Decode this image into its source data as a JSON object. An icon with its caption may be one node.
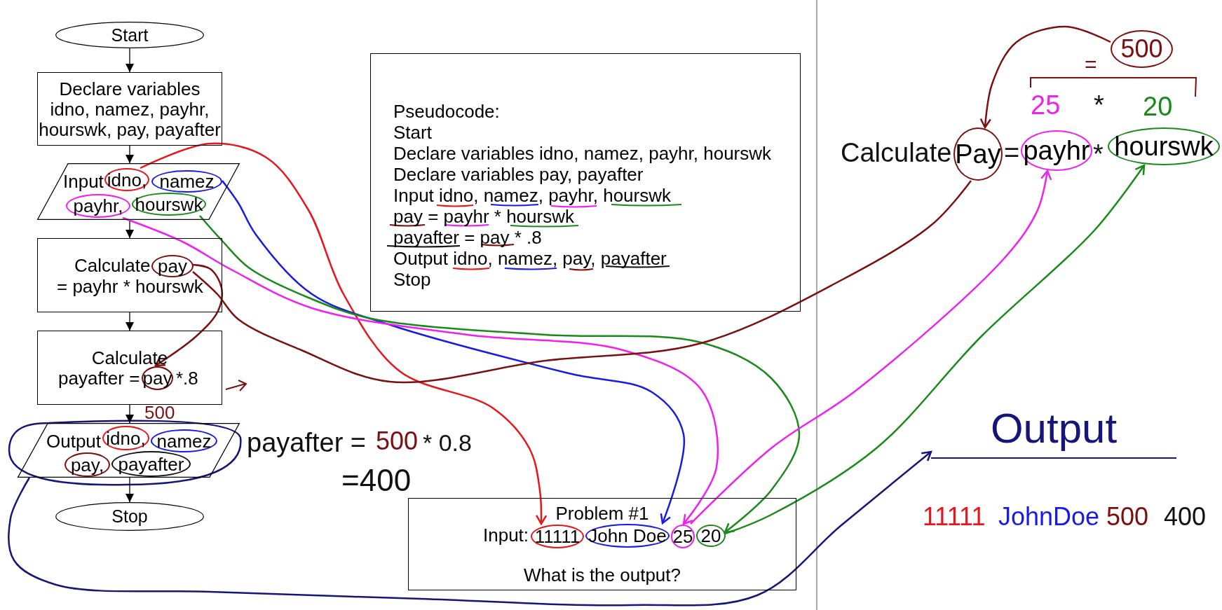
{
  "diagram": {
    "nodes": [
      {
        "text": [
          "Start"
        ]
      },
      {
        "text": [
          "Declare variables idno, namez, payhr, hourswk, pay, payafter"
        ]
      },
      {
        "text": [
          "Input"
        ]
      },
      {
        "text": [
          "idno,"
        ],
        "in": 2
      },
      {
        "text": [
          "namez"
        ],
        "in": 2
      },
      {
        "text": [
          "payhr,"
        ],
        "in": 2
      },
      {
        "text": [
          "hourswk"
        ],
        "in": 2
      },
      {
        "text": [
          "Calculate",
          "= payhr * hourswk"
        ]
      },
      {
        "text": [
          "pay"
        ],
        "in": 7
      },
      {
        "text": [
          "Calculate",
          "payafter =",
          "*.8"
        ]
      },
      {
        "text": [
          "pay"
        ],
        "in": 9
      },
      {
        "text": [
          "Output"
        ]
      },
      {
        "text": [
          "idno,"
        ],
        "in": 11
      },
      {
        "text": [
          "namez"
        ],
        "in": 11
      },
      {
        "text": [
          "pay,"
        ],
        "in": 11
      },
      {
        "text": [
          "payafter"
        ],
        "in": 11
      },
      {
        "text": [
          "Stop"
        ]
      },
      {
        "text": [
          "Pseudocode:",
          "Start",
          "Declare variables idno, namez, payhr, hourswk",
          "Declare variables pay, payafter",
          "Input idno, namez, payhr, hourswk",
          "pay = payhr * hourswk",
          "payafter = pay * .8",
          "Output idno, namez, pay, payafter",
          "Stop"
        ]
      },
      {
        "text": [
          "Problem #1",
          "Input:",
          "What is the output?"
        ]
      },
      {
        "text": [
          "11111"
        ],
        "in": 18
      },
      {
        "text": [
          "John Doe"
        ],
        "in": 18
      },
      {
        "text": [
          "25"
        ],
        "in": 18
      },
      {
        "text": [
          "20"
        ],
        "in": 18
      },
      {
        "text": [
          "500"
        ]
      },
      {
        "text": [
          "Pay"
        ]
      },
      {
        "text": [
          "payhr"
        ]
      },
      {
        "text": [
          "hourswk"
        ]
      },
      {
        "text": [
          "Output"
        ]
      }
    ],
    "edges": [
      {
        "from": 0,
        "to": 1,
        "arrow": "to"
      },
      {
        "from": 1,
        "to": 2,
        "arrow": "to"
      },
      {
        "from": 2,
        "to": 7,
        "arrow": "to"
      },
      {
        "from": 7,
        "to": 9,
        "arrow": "to"
      },
      {
        "from": 9,
        "to": 11,
        "arrow": "to"
      },
      {
        "from": 11,
        "to": 16,
        "arrow": "to"
      },
      {
        "from": 3,
        "to": 19,
        "arrow": "to",
        "color": "#e8161b"
      },
      {
        "from": 4,
        "to": 20,
        "arrow": "to",
        "color": "#1a1ae6"
      },
      {
        "from": 5,
        "to": 21,
        "arrow": "to",
        "color": "#f020f0"
      },
      {
        "from": 6,
        "to": 22,
        "arrow": "to",
        "color": "#1a8a1a"
      },
      {
        "from": 8,
        "to": 10,
        "arrow": "to",
        "color": "#7b1010"
      },
      {
        "from": 8,
        "to": 24,
        "arrow": "none",
        "color": "#7b1010"
      },
      {
        "from": 21,
        "to": 25,
        "arrow": "to",
        "color": "#f020f0"
      },
      {
        "from": 22,
        "to": 26,
        "arrow": "to",
        "color": "#1a8a1a"
      },
      {
        "from": 23,
        "to": 24,
        "arrow": "to",
        "color": "#7b1010"
      },
      {
        "from": 11,
        "to": 27,
        "arrow": "to",
        "color": "#15157a"
      }
    ],
    "labels": [
      "=",
      "25",
      "*",
      "20",
      "Calculate",
      "=",
      "*",
      "500",
      "payafter =",
      "500",
      "* 0.8",
      "=400",
      "11111",
      "JohnDoe",
      "500",
      "400"
    ]
  }
}
